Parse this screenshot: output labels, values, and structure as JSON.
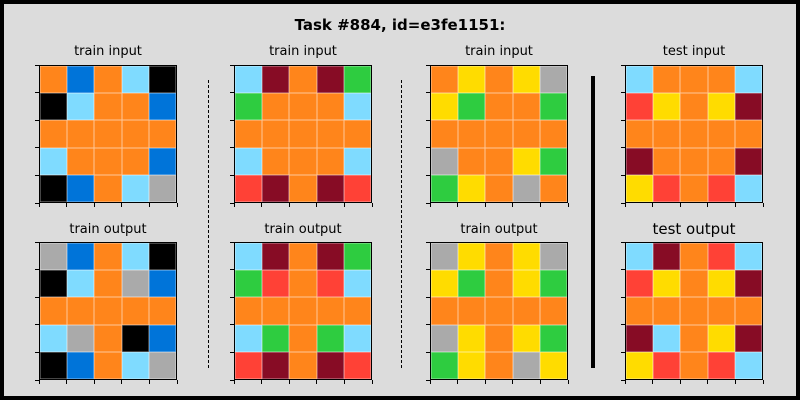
{
  "title": "Task #884, id=e3fe1151:",
  "palette": {
    "K": "#000000",
    "B": "#0074d9",
    "R": "#ff4136",
    "G": "#2ecc40",
    "Y": "#ffdc00",
    "S": "#aaaaaa",
    "O": "#ff851b",
    "L": "#7fdbff",
    "M": "#870c25"
  },
  "panels": [
    {
      "title": "train input",
      "grid": [
        [
          "O",
          "B",
          "O",
          "L",
          "K"
        ],
        [
          "K",
          "L",
          "O",
          "O",
          "B"
        ],
        [
          "O",
          "O",
          "O",
          "O",
          "O"
        ],
        [
          "L",
          "O",
          "O",
          "O",
          "B"
        ],
        [
          "K",
          "B",
          "O",
          "L",
          "S"
        ]
      ]
    },
    {
      "title": "train input",
      "grid": [
        [
          "L",
          "M",
          "O",
          "M",
          "G"
        ],
        [
          "G",
          "O",
          "O",
          "O",
          "L"
        ],
        [
          "O",
          "O",
          "O",
          "O",
          "O"
        ],
        [
          "L",
          "O",
          "O",
          "O",
          "L"
        ],
        [
          "R",
          "M",
          "O",
          "M",
          "R"
        ]
      ]
    },
    {
      "title": "train input",
      "grid": [
        [
          "O",
          "Y",
          "O",
          "Y",
          "S"
        ],
        [
          "Y",
          "G",
          "O",
          "O",
          "G"
        ],
        [
          "O",
          "O",
          "O",
          "O",
          "O"
        ],
        [
          "S",
          "O",
          "O",
          "Y",
          "G"
        ],
        [
          "G",
          "Y",
          "O",
          "S",
          "O"
        ]
      ]
    },
    {
      "title": "test input",
      "grid": [
        [
          "L",
          "O",
          "O",
          "O",
          "L"
        ],
        [
          "R",
          "Y",
          "O",
          "Y",
          "M"
        ],
        [
          "O",
          "O",
          "O",
          "O",
          "O"
        ],
        [
          "M",
          "O",
          "O",
          "O",
          "M"
        ],
        [
          "Y",
          "R",
          "O",
          "R",
          "L"
        ]
      ]
    },
    {
      "title": "train output",
      "grid": [
        [
          "S",
          "B",
          "O",
          "L",
          "K"
        ],
        [
          "K",
          "L",
          "O",
          "S",
          "B"
        ],
        [
          "O",
          "O",
          "O",
          "O",
          "O"
        ],
        [
          "L",
          "S",
          "O",
          "K",
          "B"
        ],
        [
          "K",
          "B",
          "O",
          "L",
          "S"
        ]
      ]
    },
    {
      "title": "train output",
      "grid": [
        [
          "L",
          "M",
          "O",
          "M",
          "G"
        ],
        [
          "G",
          "R",
          "O",
          "R",
          "L"
        ],
        [
          "O",
          "O",
          "O",
          "O",
          "O"
        ],
        [
          "L",
          "G",
          "O",
          "G",
          "L"
        ],
        [
          "R",
          "M",
          "O",
          "M",
          "R"
        ]
      ]
    },
    {
      "title": "train output",
      "grid": [
        [
          "S",
          "Y",
          "O",
          "Y",
          "S"
        ],
        [
          "Y",
          "G",
          "O",
          "Y",
          "G"
        ],
        [
          "O",
          "O",
          "O",
          "O",
          "O"
        ],
        [
          "S",
          "Y",
          "O",
          "Y",
          "G"
        ],
        [
          "G",
          "Y",
          "O",
          "S",
          "Y"
        ]
      ]
    },
    {
      "title": "test output",
      "grid": [
        [
          "L",
          "M",
          "O",
          "R",
          "L"
        ],
        [
          "R",
          "Y",
          "O",
          "Y",
          "M"
        ],
        [
          "O",
          "O",
          "O",
          "O",
          "O"
        ],
        [
          "M",
          "L",
          "O",
          "Y",
          "M"
        ],
        [
          "Y",
          "R",
          "O",
          "R",
          "L"
        ]
      ]
    }
  ]
}
